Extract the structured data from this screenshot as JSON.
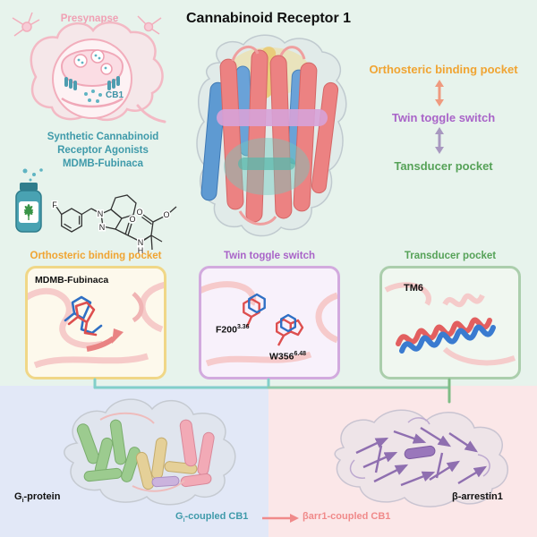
{
  "title": "Cannabinoid Receptor 1",
  "brain": {
    "presynapse_label": "Presynapse",
    "cb1_label": "CB1"
  },
  "agonists": {
    "line1": "Synthetic Cannabinoid",
    "line2": "Receptor Agonists",
    "line3": "MDMB-Fubinaca"
  },
  "chem": {
    "f": "F",
    "n1": "N",
    "n2": "N",
    "o1": "O",
    "n3": "N",
    "h": "H",
    "o2": "O",
    "o3": "O"
  },
  "pathway": {
    "orthosteric": "Orthosteric binding pocket",
    "twin": "Twin toggle switch",
    "transducer": "Tansducer pocket"
  },
  "panels": {
    "p1": {
      "title": "Orthosteric binding pocket",
      "ligand": "MDMB-Fubinaca"
    },
    "p2": {
      "title": "Twin toggle switch",
      "res1": "F200",
      "res1_sup": "3.36",
      "res2": "W356",
      "res2_sup": "6.48"
    },
    "p3": {
      "title": "Transducer pocket",
      "helix": "TM6"
    }
  },
  "bottom": {
    "g_main": "G",
    "g_sub": "i",
    "g_rest": "-protein",
    "gi_main": "G",
    "gi_sub": "i",
    "gi_rest": "-coupled CB1",
    "arrestin": "β-arrestin1",
    "barr": "βarr1-coupled CB1"
  },
  "colors": {
    "background_top": "#e7f3ec",
    "background_bottom_left": "#e2e8f7",
    "background_bottom_right": "#fbe7e8",
    "orthosteric_orange": "#f0a432",
    "twin_toggle_purple": "#a964c8",
    "transducer_green": "#56a258",
    "agonist_teal": "#3f9aaa",
    "presynapse_pink": "#f0a0b4",
    "barr_pink": "#f08a8a",
    "helix_red": "#ec8282",
    "helix_blue": "#5e9ad2"
  }
}
